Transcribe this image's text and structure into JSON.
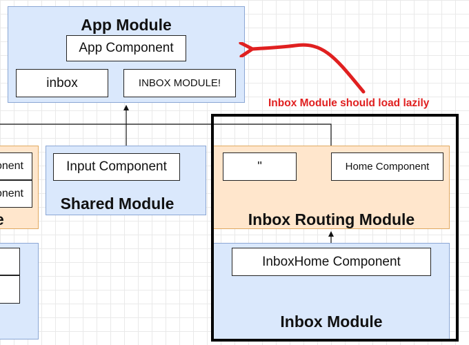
{
  "app_module": {
    "title": "App Module",
    "app_component": "App Component",
    "inbox": "inbox",
    "inbox_module_placeholder": "INBOX MODULE!"
  },
  "annotation": {
    "text": "Inbox Module should load lazily",
    "color": "#e02020"
  },
  "left_partial": {
    "component_1": "onent",
    "component_2": "onent",
    "title_fragment": "e"
  },
  "shared_module": {
    "title": "Shared Module",
    "input_component": "Input Component"
  },
  "inbox_routing_module": {
    "title": "Inbox Routing Module",
    "route_path": "''",
    "home_component": "Home Component"
  },
  "inbox_module": {
    "title": "Inbox Module",
    "inbox_home_component": "InboxHome Component"
  },
  "colors": {
    "module_blue": "#dae8fc",
    "module_orange": "#ffe6cc",
    "highlight_border": "#000000"
  }
}
